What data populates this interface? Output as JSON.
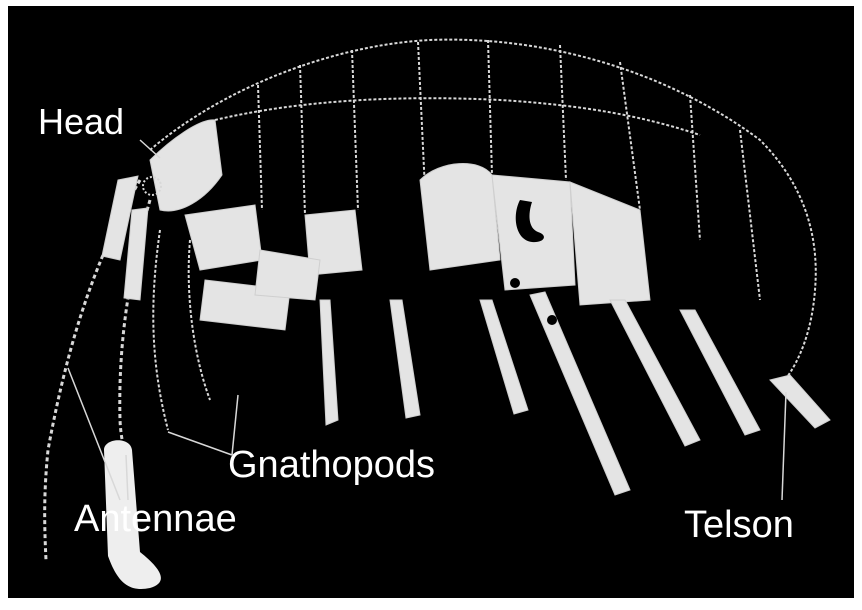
{
  "diagram": {
    "labels": {
      "head": "Head",
      "gnathopods": "Gnathopods",
      "antennae": "Antennae",
      "telson": "Telson"
    },
    "colors": {
      "background": "#000000",
      "body_fill": "#e4e4e4",
      "outline": "#d8d8d8",
      "frame": "#ffffff"
    }
  }
}
